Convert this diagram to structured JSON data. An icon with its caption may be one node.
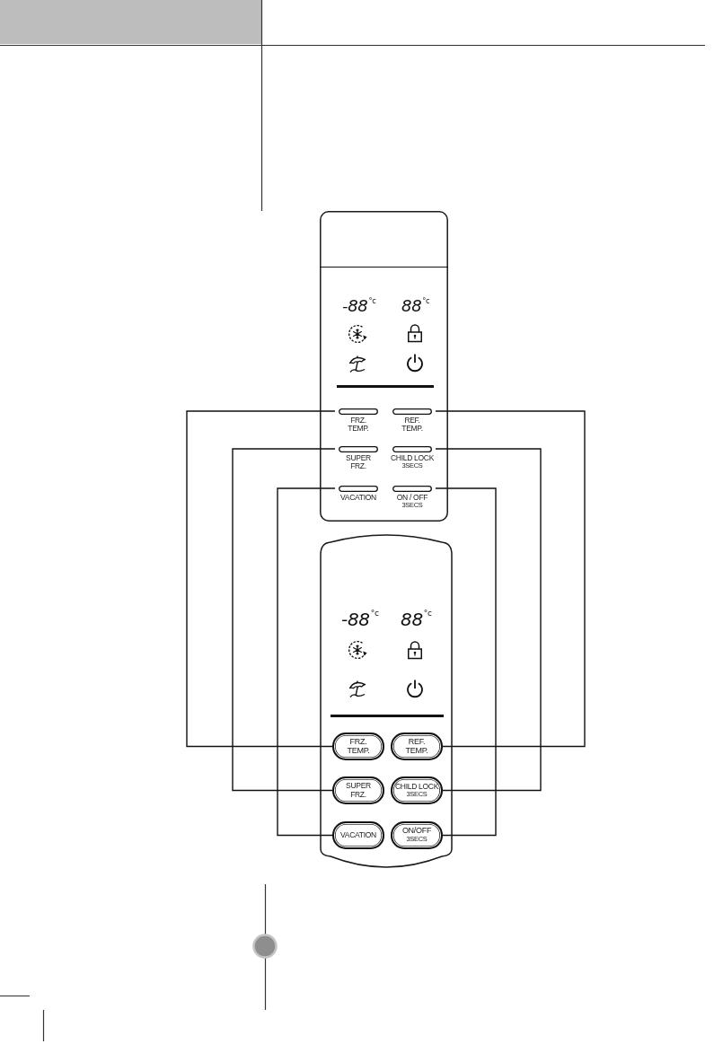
{
  "diagram": {
    "nodes": [
      {
        "text": [],
        "shape": "box"
      },
      {
        "text": [
          "FRZ. TEMP."
        ],
        "in": 0
      },
      {
        "text": [
          "REF. TEMP."
        ],
        "in": 0
      },
      {
        "text": [
          "SUPER FRZ."
        ],
        "in": 0
      },
      {
        "text": [
          "CHILD LOCK",
          "3SECS"
        ],
        "in": 0
      },
      {
        "text": [
          "VACATION"
        ],
        "in": 0
      },
      {
        "text": [
          "ON / OFF",
          "3SECS"
        ],
        "in": 0
      },
      {
        "text": [],
        "shape": "box"
      },
      {
        "text": [
          "FRZ. TEMP."
        ],
        "in": 7
      },
      {
        "text": [
          "REF. TEMP."
        ],
        "in": 7
      },
      {
        "text": [
          "SUPER FRZ."
        ],
        "in": 7
      },
      {
        "text": [
          "CHILD LOCK",
          "3SECS"
        ],
        "in": 7
      },
      {
        "text": [
          "VACATION"
        ],
        "in": 7
      },
      {
        "text": [
          "ON/OFF",
          "3SECS"
        ],
        "in": 7
      }
    ],
    "edges": [
      {
        "from": 1,
        "to": 8,
        "arrow": "none"
      },
      {
        "from": 2,
        "to": 9,
        "arrow": "none"
      },
      {
        "from": 3,
        "to": 10,
        "arrow": "none"
      },
      {
        "from": 4,
        "to": 11,
        "arrow": "none"
      },
      {
        "from": 5,
        "to": 12,
        "arrow": "none"
      },
      {
        "from": 6,
        "to": 13,
        "arrow": "none"
      }
    ],
    "labels": [
      "-88$^{°c}$",
      "88$^{°c}$",
      "-88$^{°c}$",
      "88$^{°c}$"
    ]
  }
}
